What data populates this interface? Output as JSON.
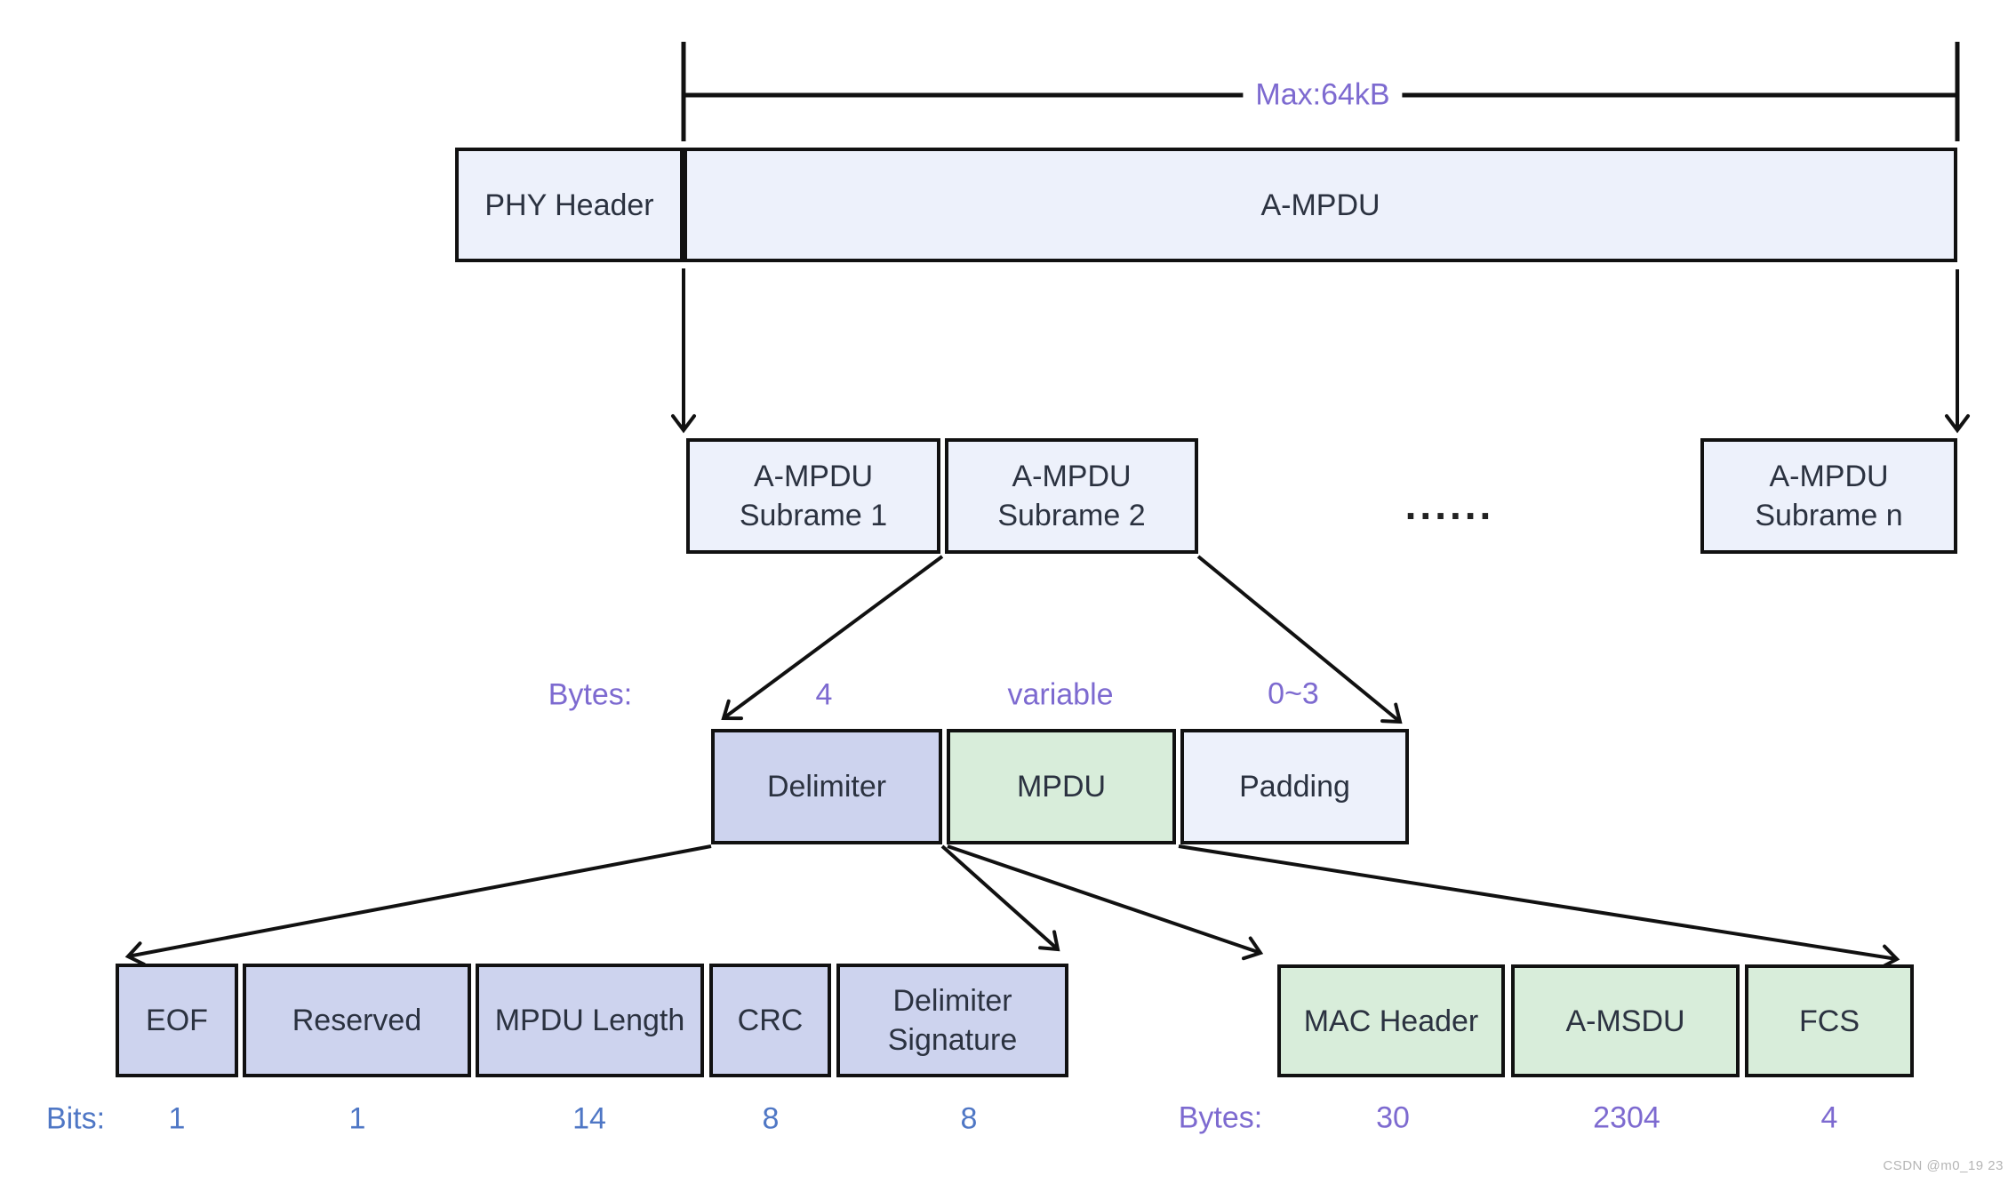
{
  "annotations": {
    "max_size_label": "Max:64kB",
    "bytes_label": "Bytes:",
    "bits_label": "Bits:",
    "ellipsis": "......"
  },
  "phy_row": {
    "phy_header": "PHY Header",
    "ampdu": "A-MPDU"
  },
  "subframes": [
    {
      "line1": "A-MPDU",
      "line2": "Subrame 1"
    },
    {
      "line1": "A-MPDU",
      "line2": "Subrame 2"
    },
    {
      "line1": "A-MPDU",
      "line2": "Subrame n"
    }
  ],
  "subframe_structure": {
    "fields": [
      "Delimiter",
      "MPDU",
      "Padding"
    ],
    "sizes_bytes": [
      "4",
      "variable",
      "0~3"
    ]
  },
  "delimiter_structure": {
    "fields": [
      "EOF",
      "Reserved",
      "MPDU Length",
      "CRC",
      "Delimiter Signature"
    ],
    "sizes_bits": [
      "1",
      "1",
      "14",
      "8",
      "8"
    ]
  },
  "mpdu_structure": {
    "fields": [
      "MAC Header",
      "A-MSDU",
      "FCS"
    ],
    "sizes_bytes": [
      "30",
      "2304",
      "4"
    ]
  },
  "watermark": "CSDN @m0_19 23",
  "colors": {
    "box_pale_blue": "#edf1fb",
    "box_lavender": "#cdd3ee",
    "box_green": "#d8edda",
    "border": "#111111",
    "bytes_text": "#7d6ad0",
    "bits_text": "#4f77c5",
    "label_text": "#2b3240",
    "watermark_text": "#b5b5b5"
  }
}
